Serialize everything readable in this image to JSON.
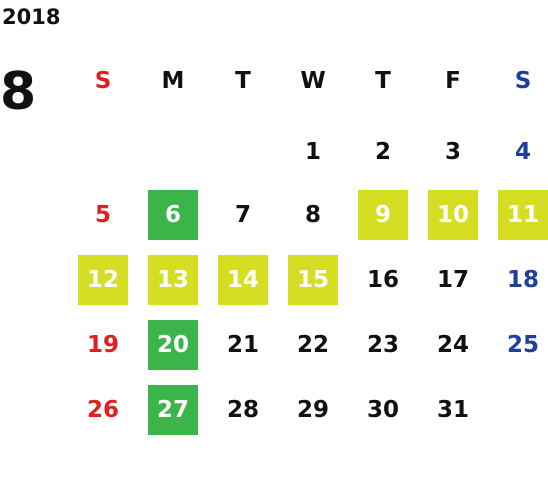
{
  "year": "2018",
  "month": "8",
  "colors": {
    "default": "#111111",
    "sunday": "#e02020",
    "saturday": "#1c3fa0",
    "green": "#3bb54a",
    "yellow": "#d6de23"
  },
  "weekdays": [
    "S",
    "M",
    "T",
    "W",
    "T",
    "F",
    "S"
  ],
  "weeks": [
    [
      {
        "day": "",
        "hl": ""
      },
      {
        "day": "",
        "hl": ""
      },
      {
        "day": "",
        "hl": ""
      },
      {
        "day": "1",
        "hl": ""
      },
      {
        "day": "2",
        "hl": ""
      },
      {
        "day": "3",
        "hl": ""
      },
      {
        "day": "4",
        "hl": ""
      }
    ],
    [
      {
        "day": "5",
        "hl": ""
      },
      {
        "day": "6",
        "hl": "green"
      },
      {
        "day": "7",
        "hl": ""
      },
      {
        "day": "8",
        "hl": ""
      },
      {
        "day": "9",
        "hl": "yellow"
      },
      {
        "day": "10",
        "hl": "yellow"
      },
      {
        "day": "11",
        "hl": "yellow"
      }
    ],
    [
      {
        "day": "12",
        "hl": "yellow"
      },
      {
        "day": "13",
        "hl": "yellow"
      },
      {
        "day": "14",
        "hl": "yellow"
      },
      {
        "day": "15",
        "hl": "yellow"
      },
      {
        "day": "16",
        "hl": ""
      },
      {
        "day": "17",
        "hl": ""
      },
      {
        "day": "18",
        "hl": ""
      }
    ],
    [
      {
        "day": "19",
        "hl": ""
      },
      {
        "day": "20",
        "hl": "green"
      },
      {
        "day": "21",
        "hl": ""
      },
      {
        "day": "22",
        "hl": ""
      },
      {
        "day": "23",
        "hl": ""
      },
      {
        "day": "24",
        "hl": ""
      },
      {
        "day": "25",
        "hl": ""
      }
    ],
    [
      {
        "day": "26",
        "hl": ""
      },
      {
        "day": "27",
        "hl": "green"
      },
      {
        "day": "28",
        "hl": ""
      },
      {
        "day": "29",
        "hl": ""
      },
      {
        "day": "30",
        "hl": ""
      },
      {
        "day": "31",
        "hl": ""
      },
      {
        "day": "",
        "hl": ""
      }
    ]
  ]
}
